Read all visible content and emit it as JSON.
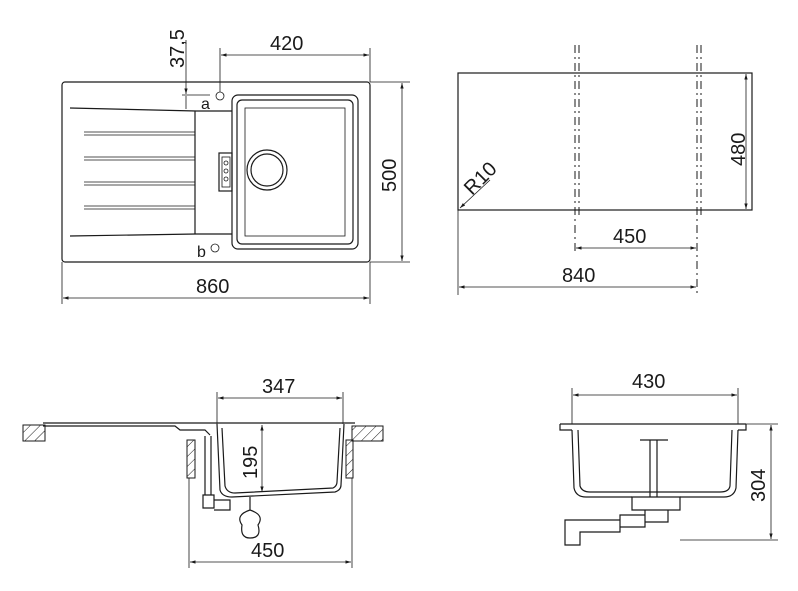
{
  "top_view": {
    "dim_overall_width": "860",
    "dim_overall_depth": "500",
    "dim_bowl_offset": "420",
    "dim_edge_offset": "37,5",
    "label_a": "a",
    "label_b": "b"
  },
  "cutout_view": {
    "dim_width": "840",
    "dim_depth": "480",
    "dim_cabinet": "450",
    "dim_radius": "R10"
  },
  "side_view": {
    "dim_bowl_width": "347",
    "dim_bowl_depth": "195",
    "dim_cabinet": "450"
  },
  "front_view": {
    "dim_bowl_width": "430",
    "dim_total_depth": "304"
  }
}
